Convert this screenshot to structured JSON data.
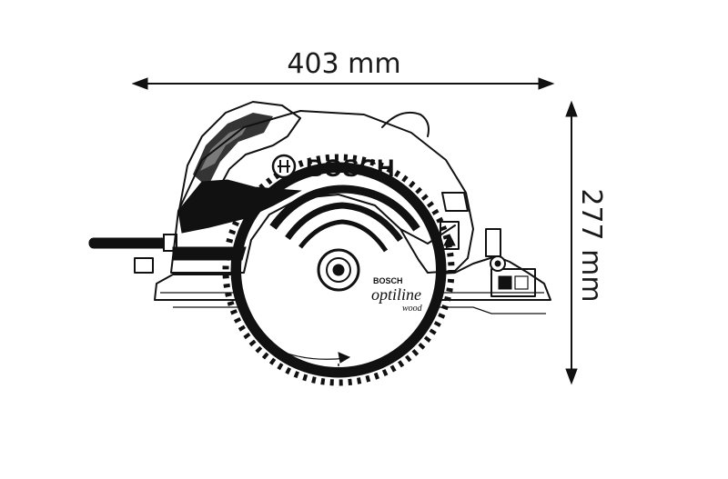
{
  "dimensions": {
    "width_label": "403 mm",
    "height_label": "277 mm"
  },
  "product": {
    "brand": "BOSCH",
    "blade_brand": "BOSCH",
    "blade_line": "optiline",
    "blade_sub": "wood"
  },
  "colors": {
    "line": "#111111",
    "background": "#ffffff"
  }
}
